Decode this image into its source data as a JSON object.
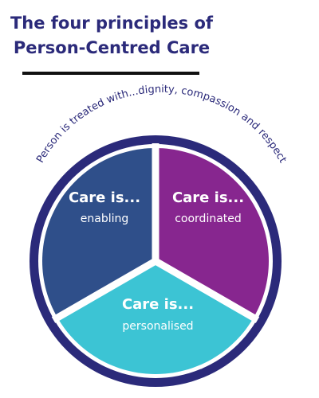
{
  "title": {
    "line1": "The four principles of",
    "line2": "Person-Centred Care"
  },
  "outer_ring_text": "Person is treated with...dignity, compassion and respect",
  "segments": [
    {
      "heading": "Care is...",
      "label": "enabling"
    },
    {
      "heading": "Care is...",
      "label": "coordinated"
    },
    {
      "heading": "Care is...",
      "label": "personalised"
    }
  ],
  "colors": {
    "title": "#2b2a7a",
    "outer_ring": "#2b2a7a",
    "enabling": "#2f4f8a",
    "coordinated": "#87268f",
    "personalised": "#3cc4d4",
    "divider": "#ffffff"
  }
}
